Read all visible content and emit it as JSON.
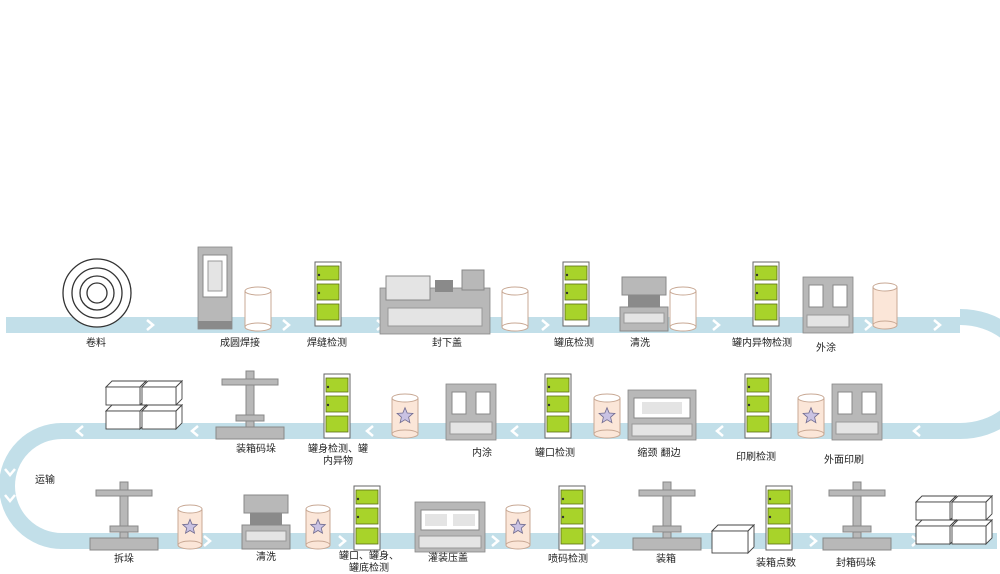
{
  "diagram": {
    "colors": {
      "belt": "#c2dfe9",
      "arrow": "#ffffff",
      "machine": "#b8b8b8",
      "machine_dark": "#8a8a8a",
      "machine_light": "#e4e4e4",
      "green": "#a8d32a",
      "can_body": "#fbe6d8",
      "can_outline": "#c8a894",
      "star": "#c9c2e3"
    },
    "row1": [
      {
        "key": "coil",
        "label": "卷料",
        "icon": "coil-icon"
      },
      {
        "key": "form-weld",
        "label": "成圆焊接",
        "icon": "welder-machine-icon"
      },
      {
        "key": "weld-inspect",
        "label": "焊缝检测",
        "icon": "inspection-cabinet-icon"
      },
      {
        "key": "lower-lid",
        "label": "封下盖",
        "icon": "press-machine-icon"
      },
      {
        "key": "bottom-inspect",
        "label": "罐底检测",
        "icon": "inspection-cabinet-icon"
      },
      {
        "key": "clean-1",
        "label": "清洗",
        "icon": "washer-machine-icon"
      },
      {
        "key": "foreign-inspect-1",
        "label": "罐内异物检测",
        "icon": "inspection-cabinet-icon"
      },
      {
        "key": "outer-coat",
        "label": "外涂",
        "icon": "coater-machine-icon"
      }
    ],
    "row2": [
      {
        "key": "outer-print",
        "label": "外面印刷",
        "icon": "coater-machine-icon"
      },
      {
        "key": "print-inspect",
        "label": "印刷检测",
        "icon": "inspection-cabinet-icon"
      },
      {
        "key": "neck-flange",
        "label": "缩颈 翻边",
        "icon": "necker-machine-icon"
      },
      {
        "key": "mouth-inspect",
        "label": "罐口检测",
        "icon": "inspection-cabinet-icon"
      },
      {
        "key": "inner-coat",
        "label": "内涂",
        "icon": "coater-machine-icon"
      },
      {
        "key": "body-inspect",
        "label": "罐身检测、罐\n内异物",
        "icon": "inspection-cabinet-icon"
      },
      {
        "key": "pack-stack-1",
        "label": "装箱码垛",
        "icon": "palletizer-icon"
      }
    ],
    "transport_label": "运输",
    "row3": [
      {
        "key": "unstack",
        "label": "拆垛",
        "icon": "palletizer-icon"
      },
      {
        "key": "clean-2",
        "label": "清洗",
        "icon": "washer-machine-icon"
      },
      {
        "key": "full-inspect",
        "label": "罐口、罐身、\n罐底检测",
        "icon": "inspection-cabinet-icon"
      },
      {
        "key": "fill-seal",
        "label": "灌装压盖",
        "icon": "filler-machine-icon"
      },
      {
        "key": "code-inspect",
        "label": "喷码检测",
        "icon": "inspection-cabinet-icon"
      },
      {
        "key": "boxing",
        "label": "装箱",
        "icon": "palletizer-icon"
      },
      {
        "key": "box-count",
        "label": "装箱点数",
        "icon": "inspection-cabinet-icon"
      },
      {
        "key": "seal-stack",
        "label": "封箱码垛",
        "icon": "palletizer-icon"
      }
    ]
  }
}
